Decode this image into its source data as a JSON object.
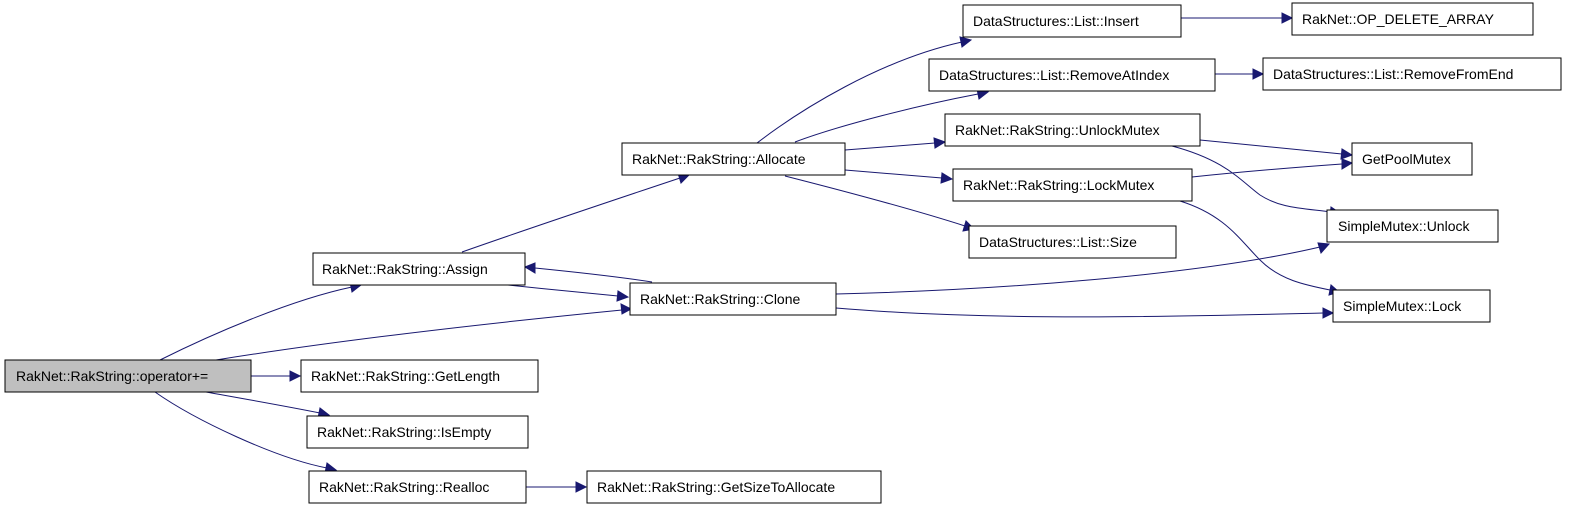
{
  "colors": {
    "edge": "#191970",
    "root_fill": "#bfbfbf",
    "node_fill": "#ffffff",
    "node_stroke": "#000000"
  },
  "nodes": {
    "operator_plus_eq": "RakNet::RakString::operator+=",
    "assign": "RakNet::RakString::Assign",
    "get_length": "RakNet::RakString::GetLength",
    "is_empty": "RakNet::RakString::IsEmpty",
    "realloc": "RakNet::RakString::Realloc",
    "allocate": "RakNet::RakString::Allocate",
    "clone": "RakNet::RakString::Clone",
    "get_size_to_allocate": "RakNet::RakString::GetSizeToAllocate",
    "list_insert": "DataStructures::List::Insert",
    "list_remove_at_index": "DataStructures::List::RemoveAtIndex",
    "unlock_mutex": "RakNet::RakString::UnlockMutex",
    "lock_mutex": "RakNet::RakString::LockMutex",
    "list_size": "DataStructures::List::Size",
    "op_delete_array": "RakNet::OP_DELETE_ARRAY",
    "list_remove_from_end": "DataStructures::List::RemoveFromEnd",
    "get_pool_mutex": "GetPoolMutex",
    "simple_mutex_unlock": "SimpleMutex::Unlock",
    "simple_mutex_lock": "SimpleMutex::Lock"
  },
  "edges": [
    [
      "operator_plus_eq",
      "assign"
    ],
    [
      "operator_plus_eq",
      "clone"
    ],
    [
      "operator_plus_eq",
      "get_length"
    ],
    [
      "operator_plus_eq",
      "is_empty"
    ],
    [
      "operator_plus_eq",
      "realloc"
    ],
    [
      "assign",
      "allocate"
    ],
    [
      "assign",
      "clone"
    ],
    [
      "clone",
      "assign"
    ],
    [
      "clone",
      "simple_mutex_unlock"
    ],
    [
      "clone",
      "simple_mutex_lock"
    ],
    [
      "realloc",
      "get_size_to_allocate"
    ],
    [
      "allocate",
      "list_insert"
    ],
    [
      "allocate",
      "list_remove_at_index"
    ],
    [
      "allocate",
      "unlock_mutex"
    ],
    [
      "allocate",
      "lock_mutex"
    ],
    [
      "allocate",
      "list_size"
    ],
    [
      "list_insert",
      "op_delete_array"
    ],
    [
      "list_remove_at_index",
      "list_remove_from_end"
    ],
    [
      "unlock_mutex",
      "get_pool_mutex"
    ],
    [
      "unlock_mutex",
      "simple_mutex_unlock"
    ],
    [
      "lock_mutex",
      "get_pool_mutex"
    ],
    [
      "lock_mutex",
      "simple_mutex_lock"
    ]
  ]
}
